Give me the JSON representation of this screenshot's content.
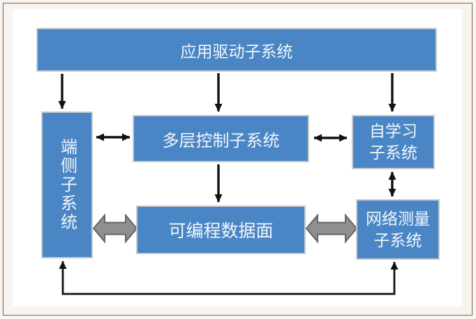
{
  "diagram": {
    "nodes": {
      "app_driven": {
        "label": "应用驱动子系统"
      },
      "end_side": {
        "label": "端侧子系统"
      },
      "multi_layer_control": {
        "label": "多层控制子系统"
      },
      "self_learning": {
        "label": "自学习\n子系统"
      },
      "programmable_data_plane": {
        "label": "可编程数据面"
      },
      "network_measurement": {
        "label": "网络测量\n子系统"
      }
    },
    "edges": [
      {
        "from": "app_driven",
        "to": "end_side",
        "style": "thin-black",
        "direction": "down"
      },
      {
        "from": "app_driven",
        "to": "multi_layer_control",
        "style": "thin-black",
        "direction": "down"
      },
      {
        "from": "app_driven",
        "to": "self_learning",
        "style": "thin-black",
        "direction": "down"
      },
      {
        "from": "end_side",
        "to": "multi_layer_control",
        "style": "thin-black",
        "direction": "both"
      },
      {
        "from": "multi_layer_control",
        "to": "self_learning",
        "style": "thin-black",
        "direction": "both"
      },
      {
        "from": "multi_layer_control",
        "to": "programmable_data_plane",
        "style": "thin-black",
        "direction": "down"
      },
      {
        "from": "self_learning",
        "to": "network_measurement",
        "style": "thin-black",
        "direction": "both"
      },
      {
        "from": "end_side",
        "to": "programmable_data_plane",
        "style": "thick-gray-block",
        "direction": "both"
      },
      {
        "from": "programmable_data_plane",
        "to": "network_measurement",
        "style": "thick-gray-block",
        "direction": "both"
      },
      {
        "from": "network_measurement",
        "to": "end_side",
        "style": "thin-black-elbow-bottom",
        "direction": "both-up"
      }
    ],
    "colors": {
      "node_fill": "#4A86C6",
      "node_border": "#C9CBCD",
      "node_text": "#F2F6F9",
      "arrow_black": "#111111",
      "arrow_gray_fill": "#8F8F8F",
      "arrow_gray_stroke": "#646464",
      "frame_border": "#8C5F48",
      "frame_background": "#F8F4F0",
      "canvas_background": "#FFFFFF"
    }
  }
}
